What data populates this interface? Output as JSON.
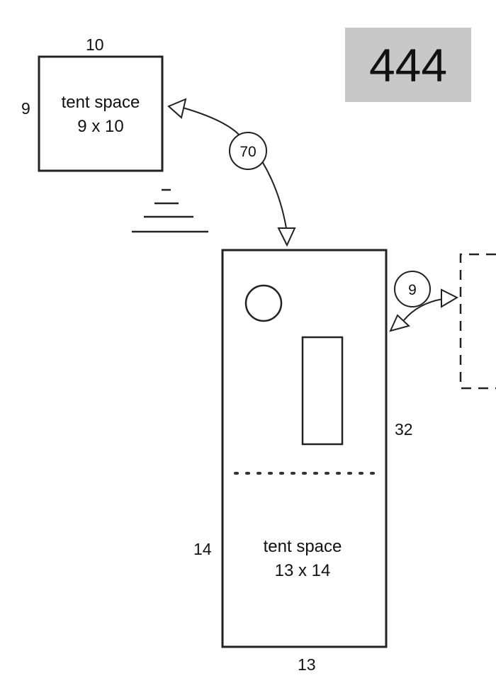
{
  "site_number": "444",
  "small_tent": {
    "label": "tent space",
    "size": "9 x 10",
    "width_label": "10",
    "height_label": "9"
  },
  "site_pad": {
    "label": "tent space",
    "size": "13 x 14",
    "tent_height_label": "14",
    "width_label": "13",
    "length_label": "32"
  },
  "distances": {
    "tent_to_pad": "70",
    "pad_to_neighbor": "9"
  }
}
